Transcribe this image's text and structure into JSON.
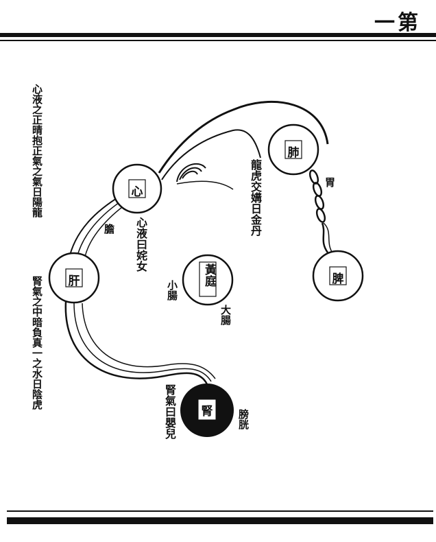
{
  "page": {
    "number": "一第"
  },
  "organs": {
    "heart": "心",
    "liver": "肝",
    "lung": "肺",
    "spleen": "脾",
    "yellow_court": "黃庭",
    "kidney": "腎"
  },
  "labels": {
    "left_top": "心液之正晴抱正氣之氣日陽龍",
    "left_bottom": "腎氣之中暗負真一之水日陰虎",
    "heart_caption": "心液曰姹女",
    "dragon_tiger": "龍虎交媾日金丹",
    "kidney_caption": "腎氣曰嬰兒",
    "stomach": "胃",
    "gallbladder": "膽",
    "small_intestine": "小腸",
    "large_intestine": "大腸",
    "bladder": "膀胱"
  },
  "colors": {
    "ink": "#111111",
    "paper": "#ffffff"
  }
}
